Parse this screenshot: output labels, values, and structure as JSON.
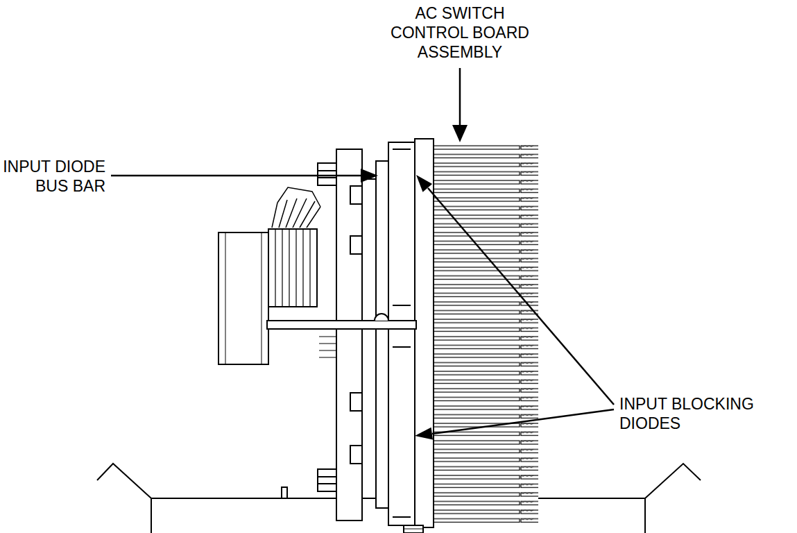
{
  "diagram": {
    "labels": [
      "AC SWITCH CONTROL BOARD ASSEMBLY",
      "INPUT DIODE BUS BAR",
      "INPUT BLOCKING DIODES"
    ]
  }
}
